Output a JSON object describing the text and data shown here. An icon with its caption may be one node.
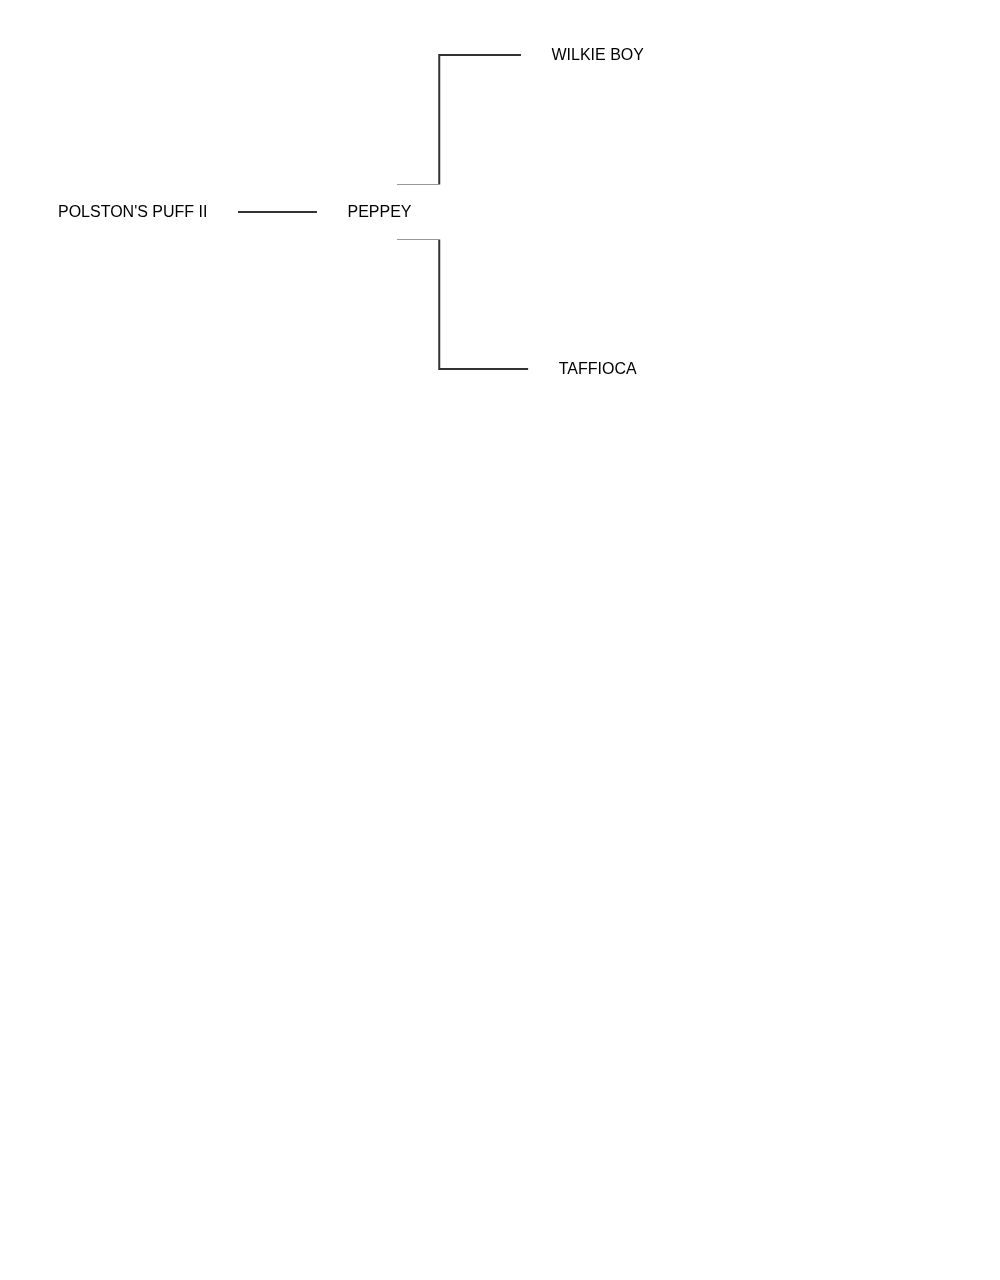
{
  "diagram": {
    "nodes": [
      {
        "text": [
          "WILKIE BOY"
        ]
      },
      {
        "text": [
          "PEPPEY"
        ]
      },
      {
        "text": [
          "TAFFIOCA"
        ]
      },
      {
        "text": [
          "POLSTON'S PUFF II"
        ]
      }
    ],
    "edges": [
      {
        "from": 3,
        "to": 1,
        "arrow": "none"
      },
      {
        "from": 1,
        "to": 0,
        "arrow": "none"
      },
      {
        "from": 1,
        "to": 2,
        "arrow": "none"
      }
    ]
  }
}
